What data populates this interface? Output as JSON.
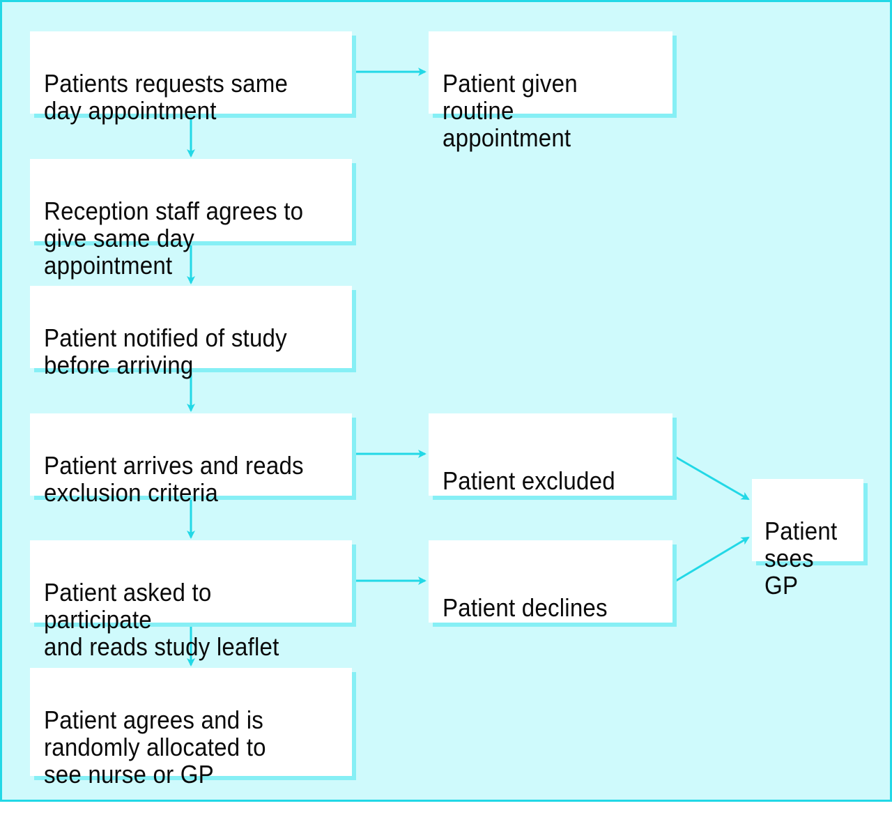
{
  "diagram": {
    "colors": {
      "background": "#cffafc",
      "border": "#22d8e6",
      "arrow": "#22d8e6",
      "box": "#ffffff",
      "box_shadow": "#86eff5"
    },
    "nodes": {
      "request": "Patients requests same\nday appointment",
      "routine": "Patient given routine\nappointment",
      "reception": "Reception staff agrees to\ngive same day appointment",
      "notified": "Patient notified of study\nbefore arriving",
      "arrives": "Patient arrives and reads\nexclusion criteria",
      "excluded": "Patient excluded",
      "asked": "Patient asked to participate\nand reads study leaflet",
      "declines": "Patient declines",
      "agrees": "Patient agrees and is\nrandomly allocated to\nsee nurse or GP",
      "sees_gp": "Patient\nsees GP"
    },
    "edges": [
      {
        "from": "request",
        "to": "routine"
      },
      {
        "from": "request",
        "to": "reception"
      },
      {
        "from": "reception",
        "to": "notified"
      },
      {
        "from": "notified",
        "to": "arrives"
      },
      {
        "from": "arrives",
        "to": "excluded"
      },
      {
        "from": "arrives",
        "to": "asked"
      },
      {
        "from": "asked",
        "to": "declines"
      },
      {
        "from": "asked",
        "to": "agrees"
      },
      {
        "from": "excluded",
        "to": "sees_gp"
      },
      {
        "from": "declines",
        "to": "sees_gp"
      }
    ]
  }
}
